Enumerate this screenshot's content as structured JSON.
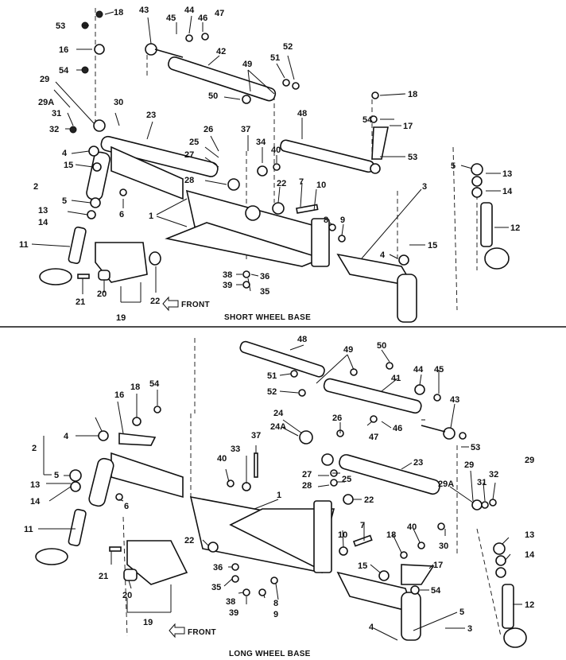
{
  "sections": {
    "short": {
      "caption": "SHORT WHEEL BASE",
      "front": "FRONT"
    },
    "long": {
      "caption": "LONG WHEEL BASE",
      "front": "FRONT"
    }
  },
  "callouts": {
    "short": [
      "53",
      "18",
      "16",
      "54",
      "29",
      "29A",
      "31",
      "32",
      "4",
      "15",
      "2",
      "5",
      "13",
      "14",
      "11",
      "30",
      "23",
      "6",
      "1",
      "43",
      "45",
      "44",
      "46",
      "47",
      "42",
      "49",
      "51",
      "52",
      "50",
      "26",
      "25",
      "27",
      "28",
      "37",
      "34",
      "40",
      "22",
      "48",
      "7",
      "10",
      "8",
      "9",
      "38",
      "39",
      "36",
      "35",
      "21",
      "20",
      "19",
      "22",
      "18",
      "54",
      "17",
      "53",
      "3",
      "5",
      "13",
      "14",
      "12",
      "15",
      "4"
    ],
    "long": [
      "48",
      "49",
      "50",
      "51",
      "52",
      "41",
      "44",
      "45",
      "43",
      "53",
      "46",
      "47",
      "24",
      "24A",
      "26",
      "25",
      "27",
      "28",
      "37",
      "33",
      "40",
      "1",
      "22",
      "23",
      "29",
      "29A",
      "31",
      "32",
      "30",
      "10",
      "7",
      "18",
      "40",
      "15",
      "17",
      "54",
      "8",
      "9",
      "36",
      "35",
      "38",
      "39",
      "22",
      "21",
      "20",
      "19",
      "16",
      "18",
      "54",
      "4",
      "2",
      "5",
      "13",
      "14",
      "6",
      "11",
      "13",
      "14",
      "12",
      "3",
      "5",
      "4",
      "29"
    ]
  }
}
